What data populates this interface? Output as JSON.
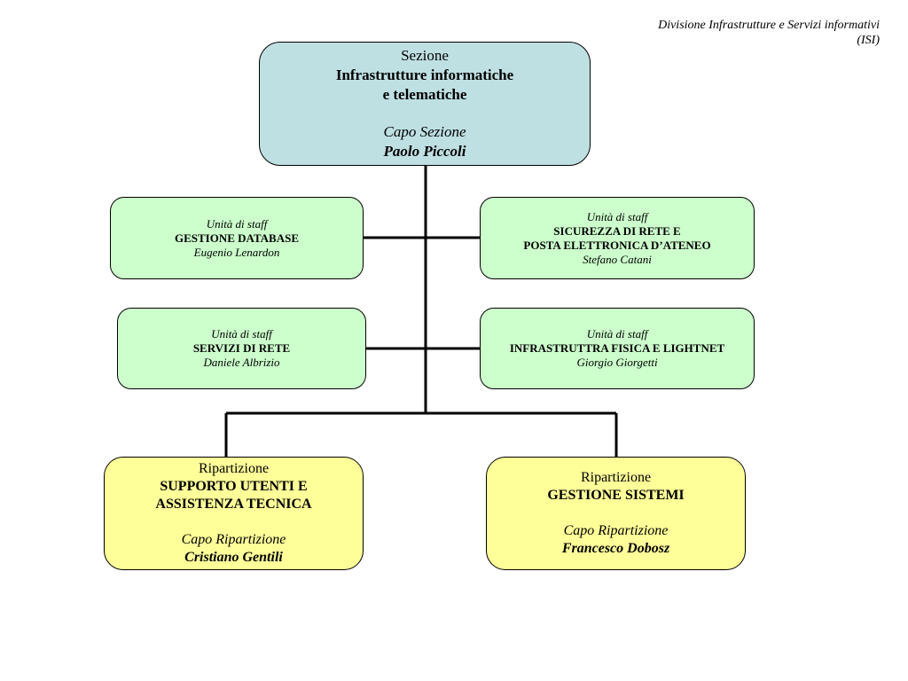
{
  "header": {
    "line1": "Divisione Infrastrutture e Servizi informativi",
    "line2": "(ISI)"
  },
  "top": {
    "label": "Sezione",
    "title1": "Infrastrutture informatiche",
    "title2": "e telematiche",
    "role": "Capo Sezione",
    "name": "Paolo Piccoli"
  },
  "staff": [
    {
      "label": "Unità di staff",
      "title1": "GESTIONE DATABASE",
      "title2": "",
      "name": "Eugenio Lenardon"
    },
    {
      "label": "Unità di staff",
      "title1": "SICUREZZA DI RETE E",
      "title2": "POSTA ELETTRONICA D’ATENEO",
      "name": "Stefano Catani"
    },
    {
      "label": "Unità di staff",
      "title1": "SERVIZI DI RETE",
      "title2": "",
      "name": "Daniele Albrizio"
    },
    {
      "label": "Unità di staff",
      "title1": "INFRASTRUTTRA FISICA E LIGHTNET",
      "title2": "",
      "name": "Giorgio Giorgetti"
    }
  ],
  "ripartizioni": [
    {
      "label": "Ripartizione",
      "title1": "SUPPORTO UTENTI E",
      "title2": "ASSISTENZA  TECNICA",
      "role": "Capo Ripartizione",
      "name": "Cristiano Gentili"
    },
    {
      "label": "Ripartizione",
      "title1": "GESTIONE SISTEMI",
      "title2": "",
      "role": "Capo Ripartizione",
      "name": "Francesco Dobosz"
    }
  ]
}
